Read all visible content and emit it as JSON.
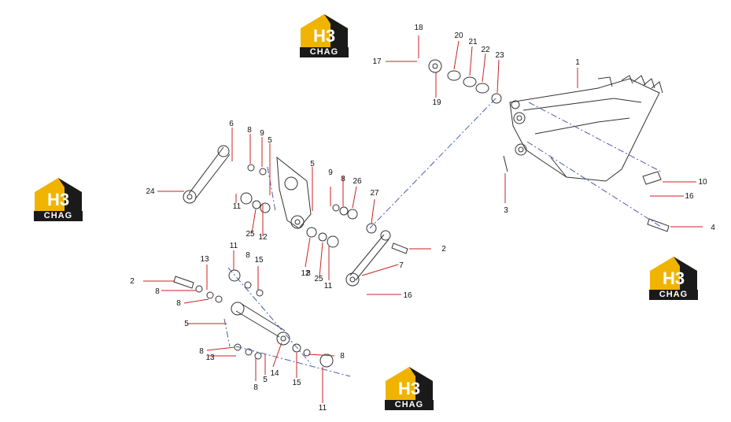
{
  "brand": {
    "logo_top": "H3",
    "logo_bottom": "CHAG",
    "accent": "#f0b400",
    "dark": "#1a1a1a"
  },
  "colors": {
    "line": "#333333",
    "leader": "#cc2222",
    "dash": "#4a5fb0"
  },
  "callouts": [
    {
      "id": "c1",
      "label": "1"
    },
    {
      "id": "c2",
      "label": "2"
    },
    {
      "id": "c2b",
      "label": "2"
    },
    {
      "id": "c3",
      "label": "3"
    },
    {
      "id": "c4",
      "label": "4"
    },
    {
      "id": "c5a",
      "label": "5"
    },
    {
      "id": "c5b",
      "label": "5"
    },
    {
      "id": "c5c",
      "label": "5"
    },
    {
      "id": "c5d",
      "label": "5"
    },
    {
      "id": "c6",
      "label": "6"
    },
    {
      "id": "c7",
      "label": "7"
    },
    {
      "id": "c8a",
      "label": "8"
    },
    {
      "id": "c8b",
      "label": "8"
    },
    {
      "id": "c8c",
      "label": "8"
    },
    {
      "id": "c8d",
      "label": "8"
    },
    {
      "id": "c8e",
      "label": "8"
    },
    {
      "id": "c8f",
      "label": "8"
    },
    {
      "id": "c8g",
      "label": "8"
    },
    {
      "id": "c8h",
      "label": "8"
    },
    {
      "id": "c8i",
      "label": "8"
    },
    {
      "id": "c9a",
      "label": "9"
    },
    {
      "id": "c9b",
      "label": "9"
    },
    {
      "id": "c10",
      "label": "10"
    },
    {
      "id": "c11a",
      "label": "11"
    },
    {
      "id": "c11b",
      "label": "11"
    },
    {
      "id": "c11c",
      "label": "11"
    },
    {
      "id": "c11d",
      "label": "11"
    },
    {
      "id": "c12a",
      "label": "12"
    },
    {
      "id": "c12b",
      "label": "12"
    },
    {
      "id": "c13a",
      "label": "13"
    },
    {
      "id": "c13b",
      "label": "13"
    },
    {
      "id": "c14",
      "label": "14"
    },
    {
      "id": "c15a",
      "label": "15"
    },
    {
      "id": "c15b",
      "label": "15"
    },
    {
      "id": "c16a",
      "label": "16"
    },
    {
      "id": "c16b",
      "label": "16"
    },
    {
      "id": "c17",
      "label": "17"
    },
    {
      "id": "c18",
      "label": "18"
    },
    {
      "id": "c19",
      "label": "19"
    },
    {
      "id": "c20",
      "label": "20"
    },
    {
      "id": "c21",
      "label": "21"
    },
    {
      "id": "c22",
      "label": "22"
    },
    {
      "id": "c23",
      "label": "23"
    },
    {
      "id": "c24",
      "label": "24"
    },
    {
      "id": "c25a",
      "label": "25"
    },
    {
      "id": "c25b",
      "label": "25"
    },
    {
      "id": "c26",
      "label": "26"
    },
    {
      "id": "c27",
      "label": "27"
    }
  ]
}
